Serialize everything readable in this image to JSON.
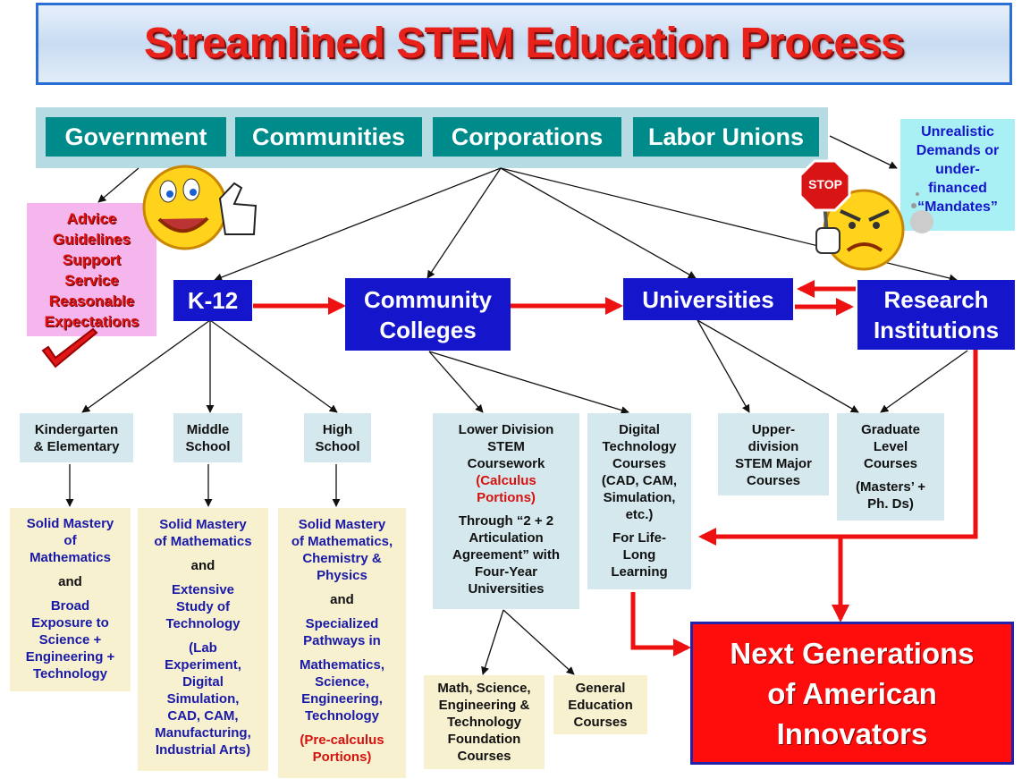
{
  "title": "Streamlined STEM Education Process",
  "stakeholders": [
    "Government",
    "Communities",
    "Corporations",
    "Labor Unions"
  ],
  "advice": [
    "Advice",
    "Guidelines",
    "Support",
    "Service",
    "Reasonable",
    "Expectations"
  ],
  "unrealistic": [
    "Unrealistic",
    "Demands or",
    "under-",
    "financed",
    "“Mandates”"
  ],
  "stop_sign": "STOP",
  "levels": {
    "k12": "K-12",
    "cc": [
      "Community",
      "Colleges"
    ],
    "uni": "Universities",
    "research": [
      "Research",
      "Institutions"
    ]
  },
  "k12_stages": {
    "kinder": [
      "Kindergarten",
      "& Elementary"
    ],
    "middle": [
      "Middle",
      "School"
    ],
    "high": [
      "High",
      "School"
    ]
  },
  "k12_outcomes": {
    "kinder": {
      "a": [
        "Solid Mastery",
        "of",
        "Mathematics"
      ],
      "and": "and",
      "b": [
        "Broad",
        "Exposure to",
        "Science +",
        "Engineering +",
        "Technology"
      ]
    },
    "middle": {
      "a": [
        "Solid Mastery",
        "of Mathematics"
      ],
      "and": "and",
      "b": [
        "Extensive",
        "Study of",
        "Technology"
      ],
      "c": [
        "(Lab",
        "Experiment,",
        "Digital",
        "Simulation,",
        "CAD, CAM,",
        "Manufacturing,",
        "Industrial Arts)"
      ]
    },
    "high": {
      "a": [
        "Solid Mastery",
        "of Mathematics,",
        "Chemistry &",
        "Physics"
      ],
      "and": "and",
      "b": [
        "Specialized",
        "Pathways in"
      ],
      "c": [
        "Mathematics,",
        "Science,",
        "Engineering,",
        "Technology"
      ],
      "d": [
        "(Pre-calculus",
        "Portions)"
      ]
    }
  },
  "cc_programs": {
    "lower": {
      "a": [
        "Lower Division",
        "STEM",
        "Coursework"
      ],
      "calc": [
        "(Calculus",
        "Portions)"
      ],
      "b": [
        "Through “2 + 2",
        "Articulation",
        "Agreement” with",
        "Four-Year",
        "Universities"
      ]
    },
    "digital": {
      "a": [
        "Digital",
        "Technology",
        "Courses",
        "(CAD, CAM,",
        "Simulation,",
        "etc.)"
      ],
      "b": [
        "For Life-",
        "Long",
        "Learning"
      ]
    }
  },
  "cc_outcomes": {
    "foundation": [
      "Math, Science,",
      "Engineering &",
      "Technology",
      "Foundation",
      "Courses"
    ],
    "gened": [
      "General",
      "Education",
      "Courses"
    ]
  },
  "uni_programs": {
    "upper": [
      "Upper-",
      "division",
      "STEM Major",
      "Courses"
    ],
    "grad": {
      "a": [
        "Graduate",
        "Level",
        "Courses"
      ],
      "b": [
        "(Masters’ +",
        "Ph. Ds)"
      ]
    }
  },
  "result": [
    "Next Generations",
    "of American",
    "Innovators"
  ],
  "colors": {
    "teal": "#008b8b",
    "blue": "#1515cc",
    "red": "#ff0d0d",
    "arrow_red": "#ee1111"
  },
  "icons": [
    "smiley-thumbs-up-icon",
    "angry-face-stop-icon",
    "red-checkmark-icon"
  ]
}
